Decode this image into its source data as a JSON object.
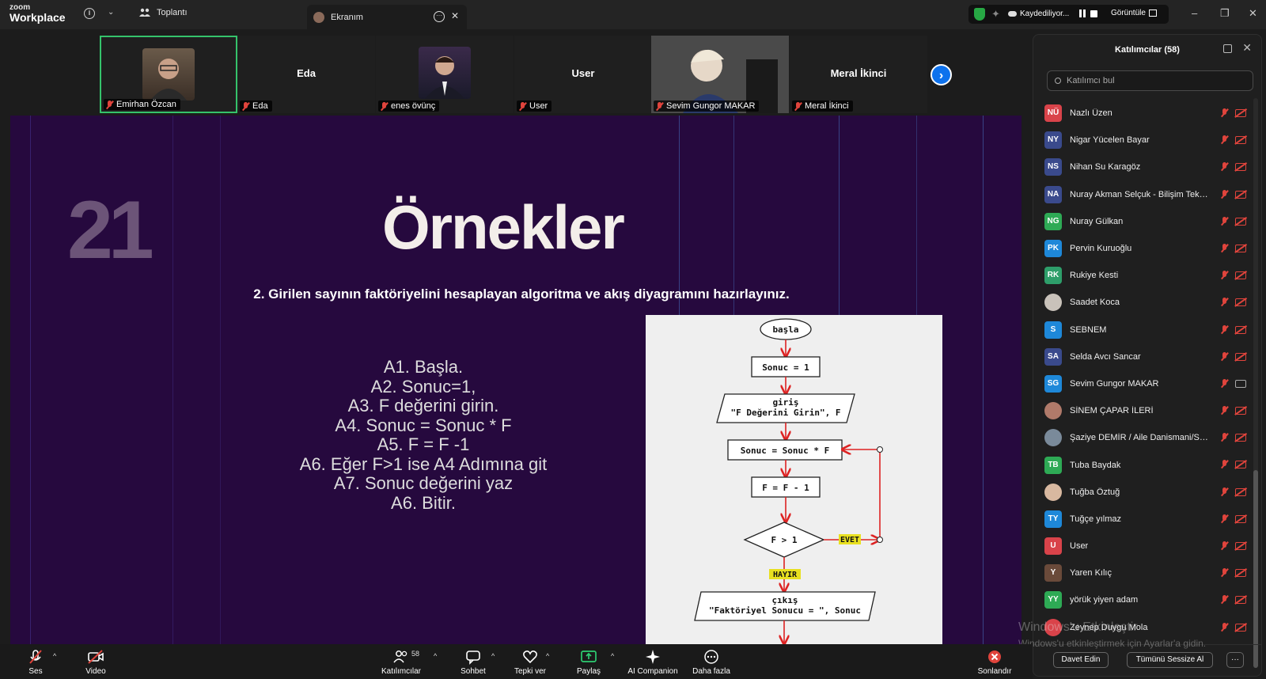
{
  "titlebar": {
    "logo_top": "zoom",
    "logo_bottom": "Workplace",
    "meeting_label": "Toplantı",
    "tab_label": "Ekranım",
    "recording_label": "Kaydediliyor...",
    "view_label": "Görüntüle",
    "minimize": "–",
    "restore": "❐",
    "close": "✕"
  },
  "filmstrip": {
    "tiles": [
      {
        "label": "Emirhan Özcan",
        "big_name": ""
      },
      {
        "label": "Eda",
        "big_name": "Eda"
      },
      {
        "label": "enes övünç",
        "big_name": ""
      },
      {
        "label": "User",
        "big_name": "User"
      },
      {
        "label": "Sevim Gungor MAKAR",
        "big_name": ""
      },
      {
        "label": "Meral İkinci",
        "big_name": "Meral İkinci"
      }
    ],
    "next_glyph": "›"
  },
  "slide": {
    "number": "21",
    "title": "Örnekler",
    "question": "2. Girilen sayının faktöriyelini hesaplayan algoritma ve akış diyagramını hazırlayınız.",
    "algorithm": [
      "A1. Başla.",
      "A2. Sonuc=1,",
      "A3. F değerini girin.",
      "A4. Sonuc = Sonuc * F",
      "A5. F = F -1",
      "A6. Eğer F>1 ise A4 Adımına git",
      "A7. Sonuc değerini yaz",
      "A6. Bitir."
    ],
    "flowchart": {
      "start": "başla",
      "init": "Sonuc = 1",
      "input_line1": "giriş",
      "input_line2": "\"F Değerini Girin\", F",
      "multiply": "Sonuc = Sonuc * F",
      "decrement": "F = F - 1",
      "condition": "F > 1",
      "yes": "EVET",
      "no": "HAYIR",
      "output_line1": "çıkış",
      "output_line2": "\"Faktöriyel Sonucu = \", Sonuc"
    }
  },
  "participants": {
    "title": "Katılımcılar (58)",
    "search_placeholder": "Katılımcı bul",
    "invite_label": "Davet Edin",
    "mute_all_label": "Tümünü Sessize Al",
    "more_label": "···",
    "list": [
      {
        "initials": "NÜ",
        "name": "Nazlı Üzen",
        "color": "#d9434a",
        "video_on": false
      },
      {
        "initials": "NY",
        "name": "Nigar Yücelen Bayar",
        "color": "#3a4a8c",
        "video_on": false
      },
      {
        "initials": "NS",
        "name": "Nihan Su Karagöz",
        "color": "#3a4a8c",
        "video_on": false
      },
      {
        "initials": "NA",
        "name": "Nuray Akman Selçuk - Bilişim Teknol...",
        "color": "#3a4a8c",
        "video_on": false
      },
      {
        "initials": "NG",
        "name": "Nuray Gülkan",
        "color": "#2eaa55",
        "video_on": false
      },
      {
        "initials": "PK",
        "name": "Pervin Kuruoğlu",
        "color": "#1e88d9",
        "video_on": false
      },
      {
        "initials": "RK",
        "name": "Rukiye Kesti",
        "color": "#2e9e6a",
        "video_on": false
      },
      {
        "initials": "",
        "name": "Saadet Koca",
        "color": "#c9c2ba",
        "video_on": false
      },
      {
        "initials": "S",
        "name": "SEBNEM",
        "color": "#1e88d9",
        "video_on": false
      },
      {
        "initials": "SA",
        "name": "Selda Avcı Sancar",
        "color": "#3a4a8c",
        "video_on": false
      },
      {
        "initials": "SG",
        "name": "Sevim Gungor MAKAR",
        "color": "#1e88d9",
        "video_on": true
      },
      {
        "initials": "",
        "name": "SİNEM ÇAPAR İLERİ",
        "color": "#b07a6a",
        "video_on": false
      },
      {
        "initials": "",
        "name": "Şaziye DEMİR / Aile Danismani/Sosy...",
        "color": "#7a8a9a",
        "video_on": false
      },
      {
        "initials": "TB",
        "name": "Tuba Baydak",
        "color": "#2eaa55",
        "video_on": false
      },
      {
        "initials": "",
        "name": "Tuğba Öztuğ",
        "color": "#d8b8a0",
        "video_on": false
      },
      {
        "initials": "TY",
        "name": "Tuğçe yılmaz",
        "color": "#1e88d9",
        "video_on": false
      },
      {
        "initials": "U",
        "name": "User",
        "color": "#d9434a",
        "video_on": false
      },
      {
        "initials": "Y",
        "name": "Yaren Kılıç",
        "color": "#6a4a3a",
        "video_on": false
      },
      {
        "initials": "YY",
        "name": "yörük yiyen adam",
        "color": "#2eaa55",
        "video_on": false
      },
      {
        "initials": "",
        "name": "Zeynep Duygu Mola",
        "color": "#d9434a",
        "video_on": false
      }
    ]
  },
  "watermark": {
    "line1": "Windows'u Etkinleştir",
    "line2": "Windows'u etkinleştirmek için Ayarlar'a gidin."
  },
  "toolbar": {
    "audio": "Ses",
    "video": "Video",
    "participants": "Katılımcılar",
    "participants_count": "58",
    "chat": "Sohbet",
    "react": "Tepki ver",
    "share": "Paylaş",
    "ai": "AI Companion",
    "more": "Daha fazla",
    "end": "Sonlandır"
  }
}
